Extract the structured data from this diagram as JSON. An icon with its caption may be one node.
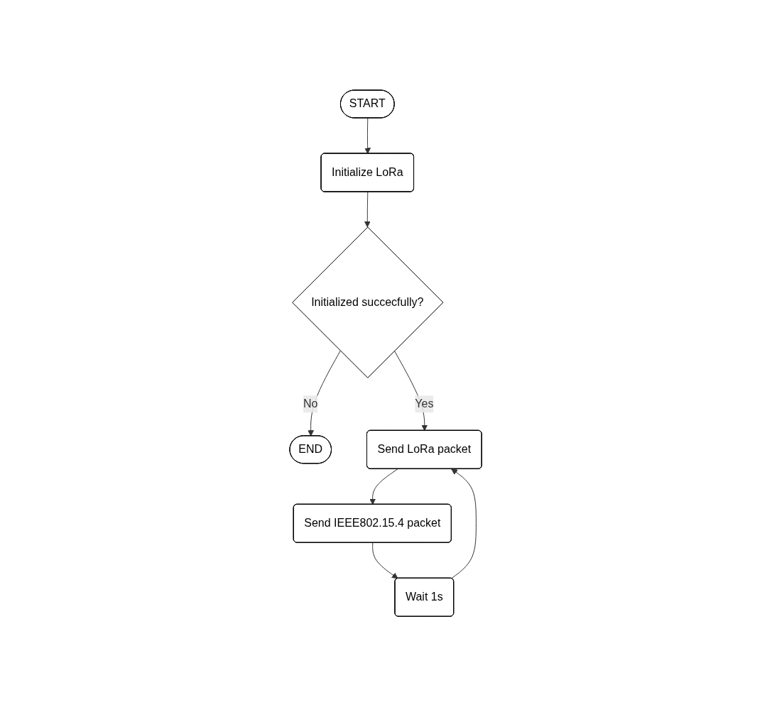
{
  "diagram": {
    "nodes": [
      {
        "text": [
          "START"
        ]
      },
      {
        "text": [
          "Initialize LoRa"
        ]
      },
      {
        "text": [
          "Initialized succecfully?"
        ]
      },
      {
        "text": [
          "END"
        ]
      },
      {
        "text": [
          "Wait 1s"
        ]
      },
      {
        "text": [
          "Send LoRa packet"
        ]
      },
      {
        "text": [
          "Send IEEE802.15.4 packet"
        ]
      }
    ],
    "edges": [
      {
        "from": 0,
        "to": 1,
        "arrow": "to"
      },
      {
        "from": 1,
        "to": 2,
        "arrow": "to"
      },
      {
        "from": 2,
        "to": 3,
        "label": "No",
        "arrow": "to"
      },
      {
        "from": 2,
        "to": 5,
        "label": "Yes",
        "arrow": "to"
      },
      {
        "from": 4,
        "to": 5,
        "arrow": "to"
      },
      {
        "from": 5,
        "to": 6,
        "arrow": "to"
      },
      {
        "from": 6,
        "to": 4,
        "arrow": "to"
      }
    ]
  }
}
